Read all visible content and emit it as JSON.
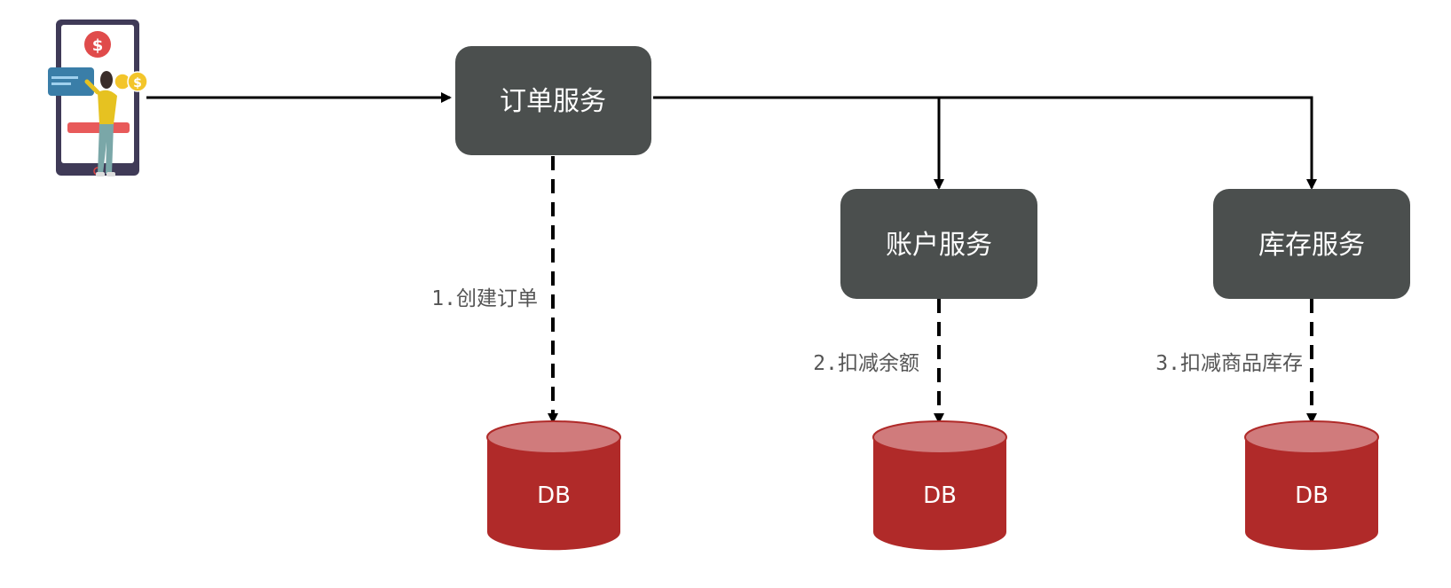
{
  "services": {
    "order": "订单服务",
    "account": "账户服务",
    "inventory": "库存服务"
  },
  "steps": {
    "create_order": "1.创建订单",
    "deduct_balance": "2.扣减余额",
    "deduct_inventory": "3.扣减商品库存"
  },
  "databases": {
    "order_db": "DB",
    "account_db": "DB",
    "inventory_db": "DB"
  },
  "icons": {
    "client": "mobile-payment-user-icon"
  },
  "colors": {
    "service_box": "#4b4f4e",
    "db_body": "#b02a29",
    "db_top": "#d07b7c",
    "line": "#000000",
    "label": "#555555"
  }
}
